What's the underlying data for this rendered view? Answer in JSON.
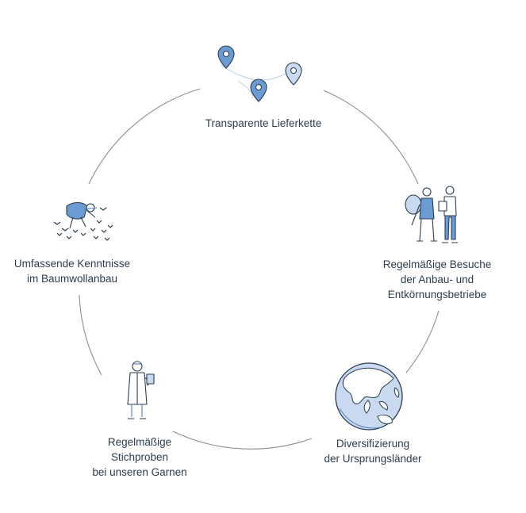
{
  "diagram": {
    "type": "cycle",
    "stations": [
      {
        "id": "supply-chain",
        "icon": "map-pin-icon",
        "lines": [
          "Transparente Lieferkette"
        ]
      },
      {
        "id": "visits",
        "icon": "farmers-visit-icon",
        "lines": [
          "Regelmäßige Besuche",
          "der Anbau- und",
          "Entkörnungsbetriebe"
        ]
      },
      {
        "id": "diversification",
        "icon": "globe-icon",
        "lines": [
          "Diversifizierung",
          "der Ursprungsländer"
        ]
      },
      {
        "id": "sampling",
        "icon": "lab-technician-icon",
        "lines": [
          "Regelmäßige",
          "Stichproben",
          "bei unseren Garnen"
        ]
      },
      {
        "id": "knowledge",
        "icon": "cotton-farmer-icon",
        "lines": [
          "Umfassende Kenntnisse",
          "im Baumwollanbau"
        ]
      }
    ],
    "colors": {
      "stroke": "#2b3d4f",
      "accent": "#7fa8d8",
      "accent_dark": "#4f82c2",
      "circle": "#8a8f94"
    }
  }
}
